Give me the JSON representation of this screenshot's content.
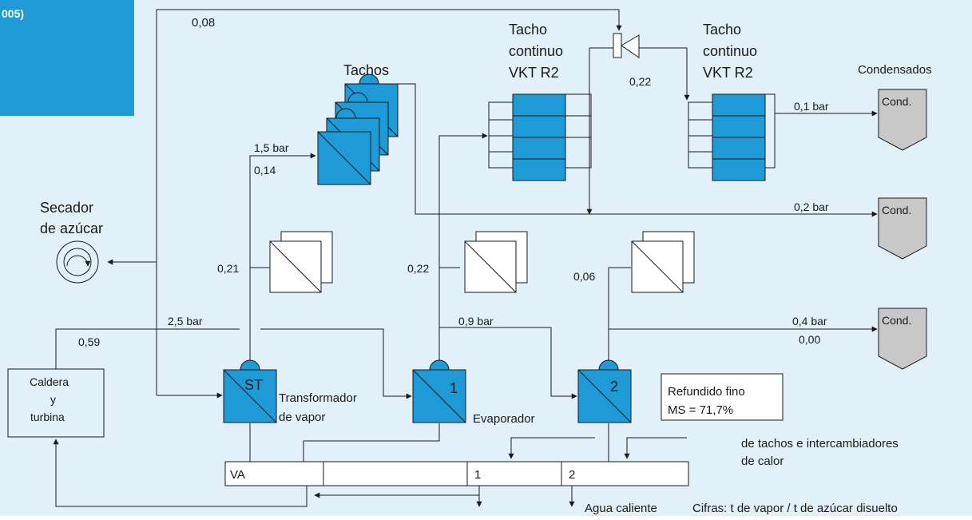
{
  "colors": {
    "background": "#e2f0fa",
    "accent": "#1e9ad6",
    "condensate": "#c8c8c8",
    "line": "#1a1a1a"
  },
  "header_fragment": "005)",
  "labels": {
    "secador_line1": "Secador",
    "secador_line2": "de azúcar",
    "tachos": "Tachos",
    "tacho_continuo_left": [
      "Tacho",
      "continuo",
      "VKT R2"
    ],
    "tacho_continuo_right": [
      "Tacho",
      "continuo",
      "VKT R2"
    ],
    "condensados": "Condensados",
    "caldera": [
      "Caldera",
      "y",
      "turbina"
    ],
    "transformador": [
      "Transformador",
      "de vapor"
    ],
    "evaporador": "Evaporador",
    "refundido": [
      "Refundido fino",
      "MS = 71,7%"
    ],
    "de_tachos": [
      "de tachos e intercambiadores",
      "de calor"
    ],
    "agua_caliente": "Agua caliente",
    "cifras": "Cifras: t de vapor / t de azúcar disuelto",
    "st": "ST",
    "evap1": "1",
    "evap2": "2",
    "cond": "Cond.",
    "va": "VA",
    "tank1": "1",
    "tank2": "2"
  },
  "values": {
    "v008": "0,08",
    "v022_top": "0,22",
    "v15bar": "1,5 bar",
    "v014": "0,14",
    "v01bar": "0,1 bar",
    "v02bar": "0,2 bar",
    "v021": "0,21",
    "v022_mid": "0,22",
    "v006": "0,06",
    "v25bar": "2,5 bar",
    "v059": "0,59",
    "v09bar": "0,9 bar",
    "v04bar": "0,4 bar",
    "v000": "0,00"
  }
}
